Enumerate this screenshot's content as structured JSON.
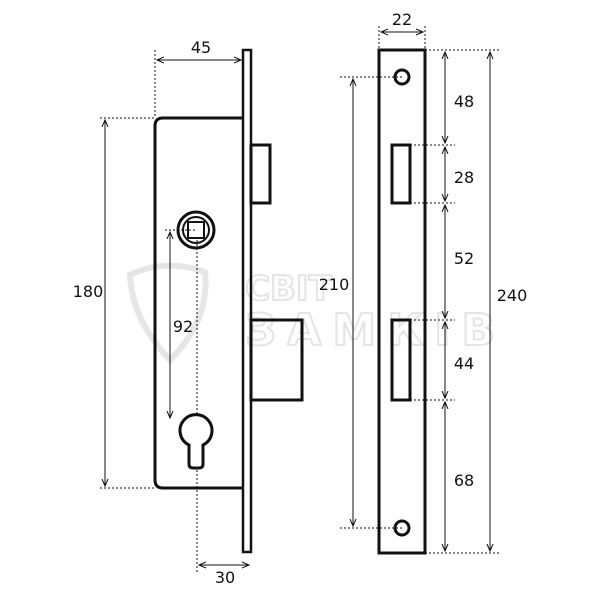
{
  "watermark": {
    "line1": "СВІТ",
    "line2": "ЗАМКІВ"
  },
  "lock_body": {
    "width_label": "45",
    "height_label": "180",
    "spindle_to_cylinder_label": "92",
    "backset_label": "30"
  },
  "faceplate": {
    "width_label": "22",
    "screw_spacing_label": "210",
    "total_length_label": "240",
    "segments": [
      "48",
      "28",
      "52",
      "44",
      "68"
    ]
  },
  "colors": {
    "line": "#111111",
    "watermark": "#e2e2e2"
  }
}
